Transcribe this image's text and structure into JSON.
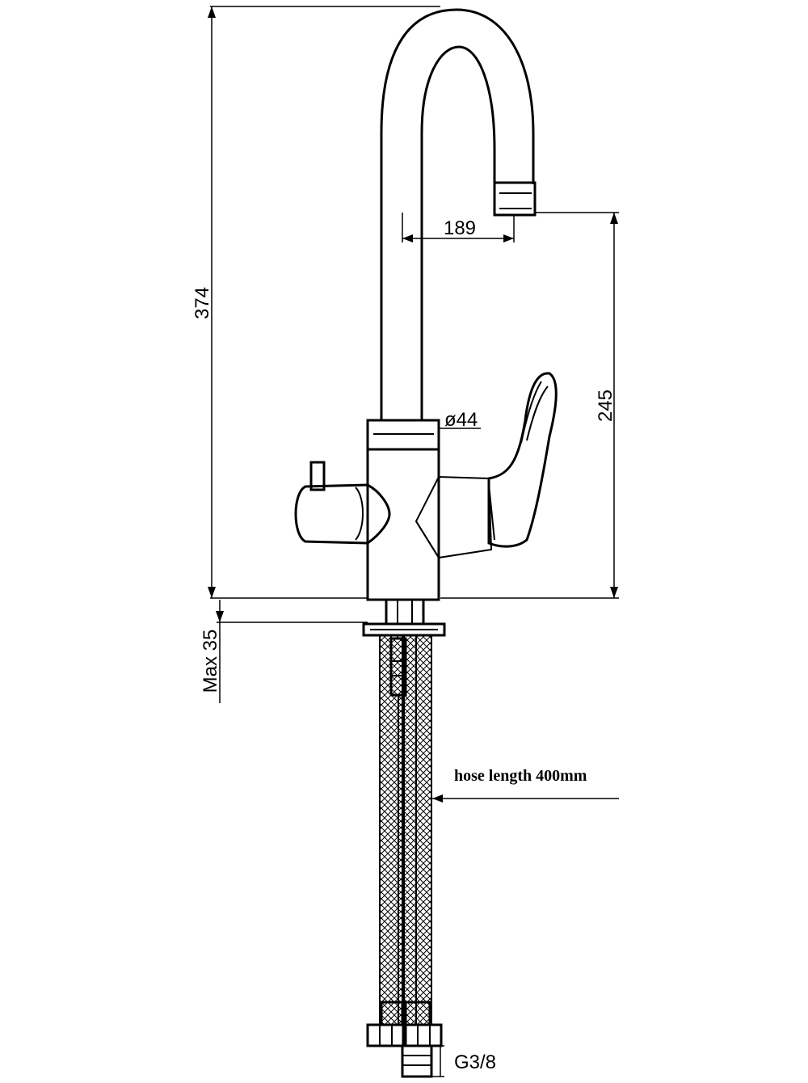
{
  "dimensions": {
    "total_height": "374",
    "spout_reach": "189",
    "spout_height": "245",
    "body_diameter": "ø44",
    "max_mount": "Max 35",
    "hose_length": "hose length 400mm",
    "thread": "G3/8"
  },
  "colors": {
    "line": "#000000",
    "background": "#ffffff"
  }
}
